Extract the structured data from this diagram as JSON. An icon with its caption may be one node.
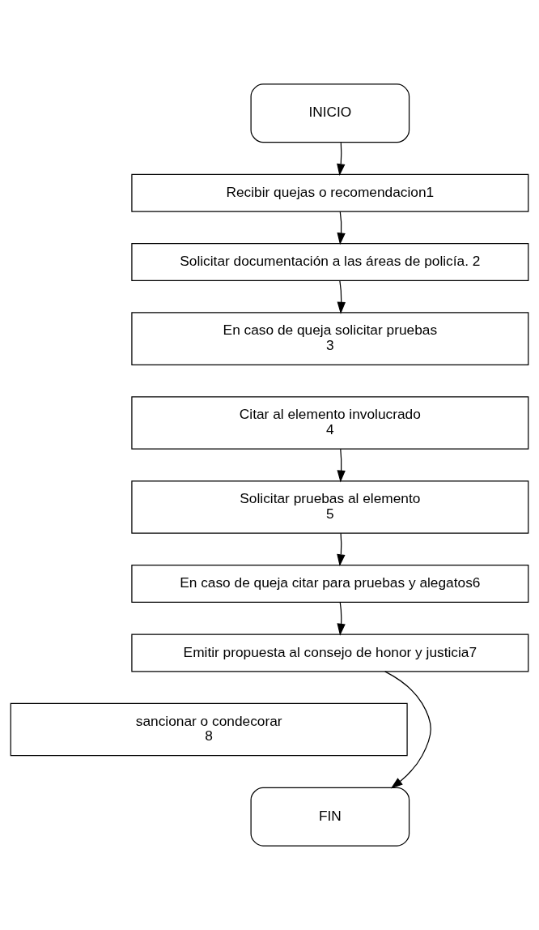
{
  "diagram": {
    "nodes": [
      {
        "text": [
          "INICIO"
        ]
      },
      {
        "text": [
          "Recibir quejas o recomendacion1"
        ]
      },
      {
        "text": [
          "Solicitar documentación a las áreas de policía. 2"
        ]
      },
      {
        "text": [
          "En caso de queja solicitar pruebas",
          "3"
        ]
      },
      {
        "text": [
          "Citar al elemento involucrado",
          "4"
        ]
      },
      {
        "text": [
          "Solicitar pruebas al elemento",
          "5"
        ]
      },
      {
        "text": [
          "En caso de queja citar para pruebas y alegatos6"
        ]
      },
      {
        "text": [
          "Emitir propuesta al consejo de honor y justicia7"
        ]
      },
      {
        "text": [
          "sancionar o condecorar",
          "8"
        ]
      },
      {
        "text": [
          "FIN"
        ]
      }
    ],
    "edges": [
      {
        "from": 0,
        "to": 1,
        "arrow": "to"
      },
      {
        "from": 1,
        "to": 2,
        "arrow": "to"
      },
      {
        "from": 2,
        "to": 3,
        "arrow": "to"
      },
      {
        "from": 4,
        "to": 5,
        "arrow": "to"
      },
      {
        "from": 5,
        "to": 6,
        "arrow": "to"
      },
      {
        "from": 6,
        "to": 7,
        "arrow": "to"
      },
      {
        "from": 7,
        "to": 9,
        "arrow": "to"
      }
    ]
  }
}
